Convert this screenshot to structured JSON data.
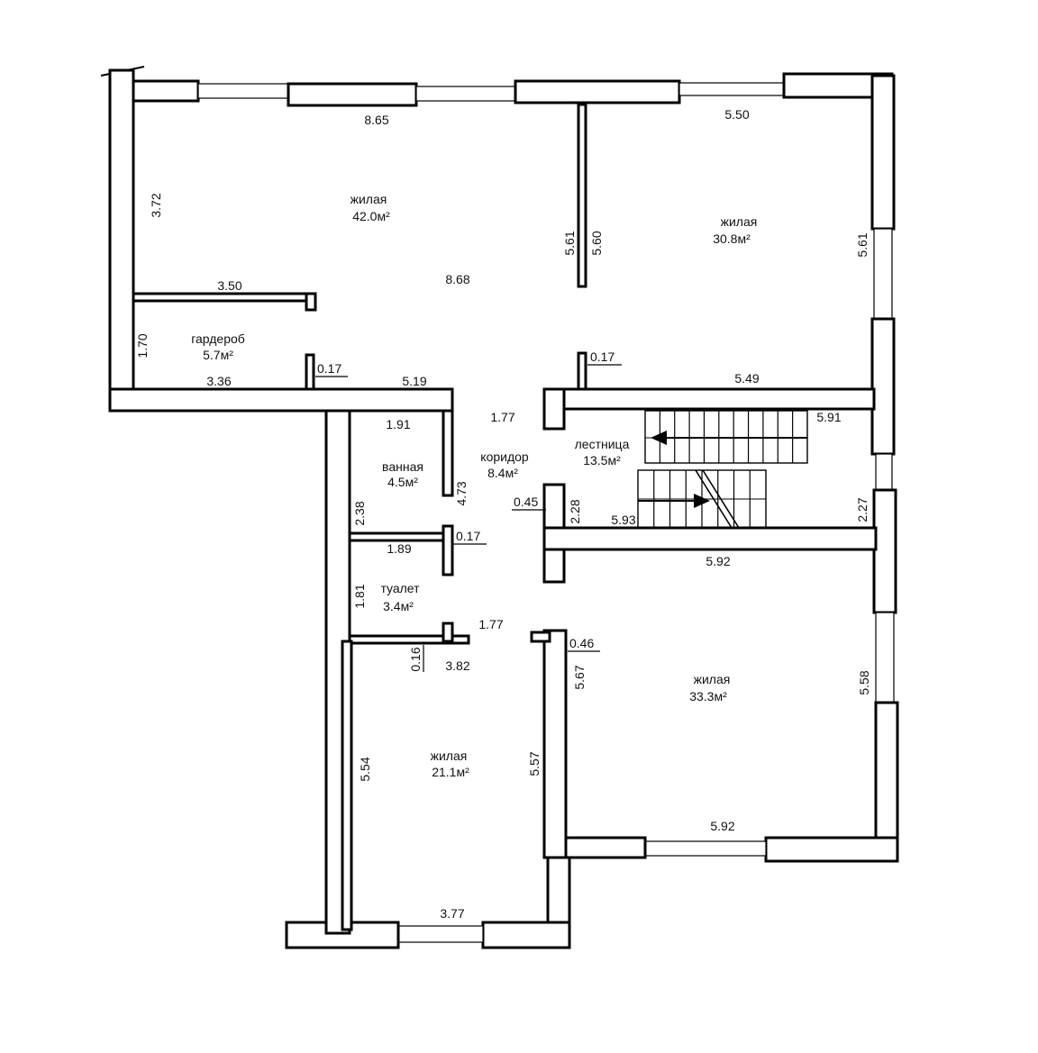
{
  "rooms": [
    {
      "name": "жилая",
      "area": "42.0м²"
    },
    {
      "name": "жилая",
      "area": "30.8м²"
    },
    {
      "name": "гардероб",
      "area": "5.7м²"
    },
    {
      "name": "ванная",
      "area": "4.5м²"
    },
    {
      "name": "коридор",
      "area": "8.4м²"
    },
    {
      "name": "лестница",
      "area": "13.5м²"
    },
    {
      "name": "туалет",
      "area": "3.4м²"
    },
    {
      "name": "жилая",
      "area": "33.3м²"
    },
    {
      "name": "жилая",
      "area": "21.1м²"
    }
  ],
  "dimensions": [
    "8.65",
    "5.50",
    "3.72",
    "5.61",
    "5.60",
    "5.61",
    "8.68",
    "3.50",
    "1.70",
    "0.17",
    "0.17",
    "3.36",
    "5.19",
    "5.49",
    "1.91",
    "1.77",
    "5.91",
    "4.73",
    "2.38",
    "0.45",
    "2.28",
    "5.93",
    "2.27",
    "1.89",
    "0.17",
    "5.92",
    "1.81",
    "1.77",
    "0.46",
    "0.16",
    "3.82",
    "5.67",
    "5.58",
    "5.54",
    "5.57",
    "5.92",
    "3.77"
  ]
}
